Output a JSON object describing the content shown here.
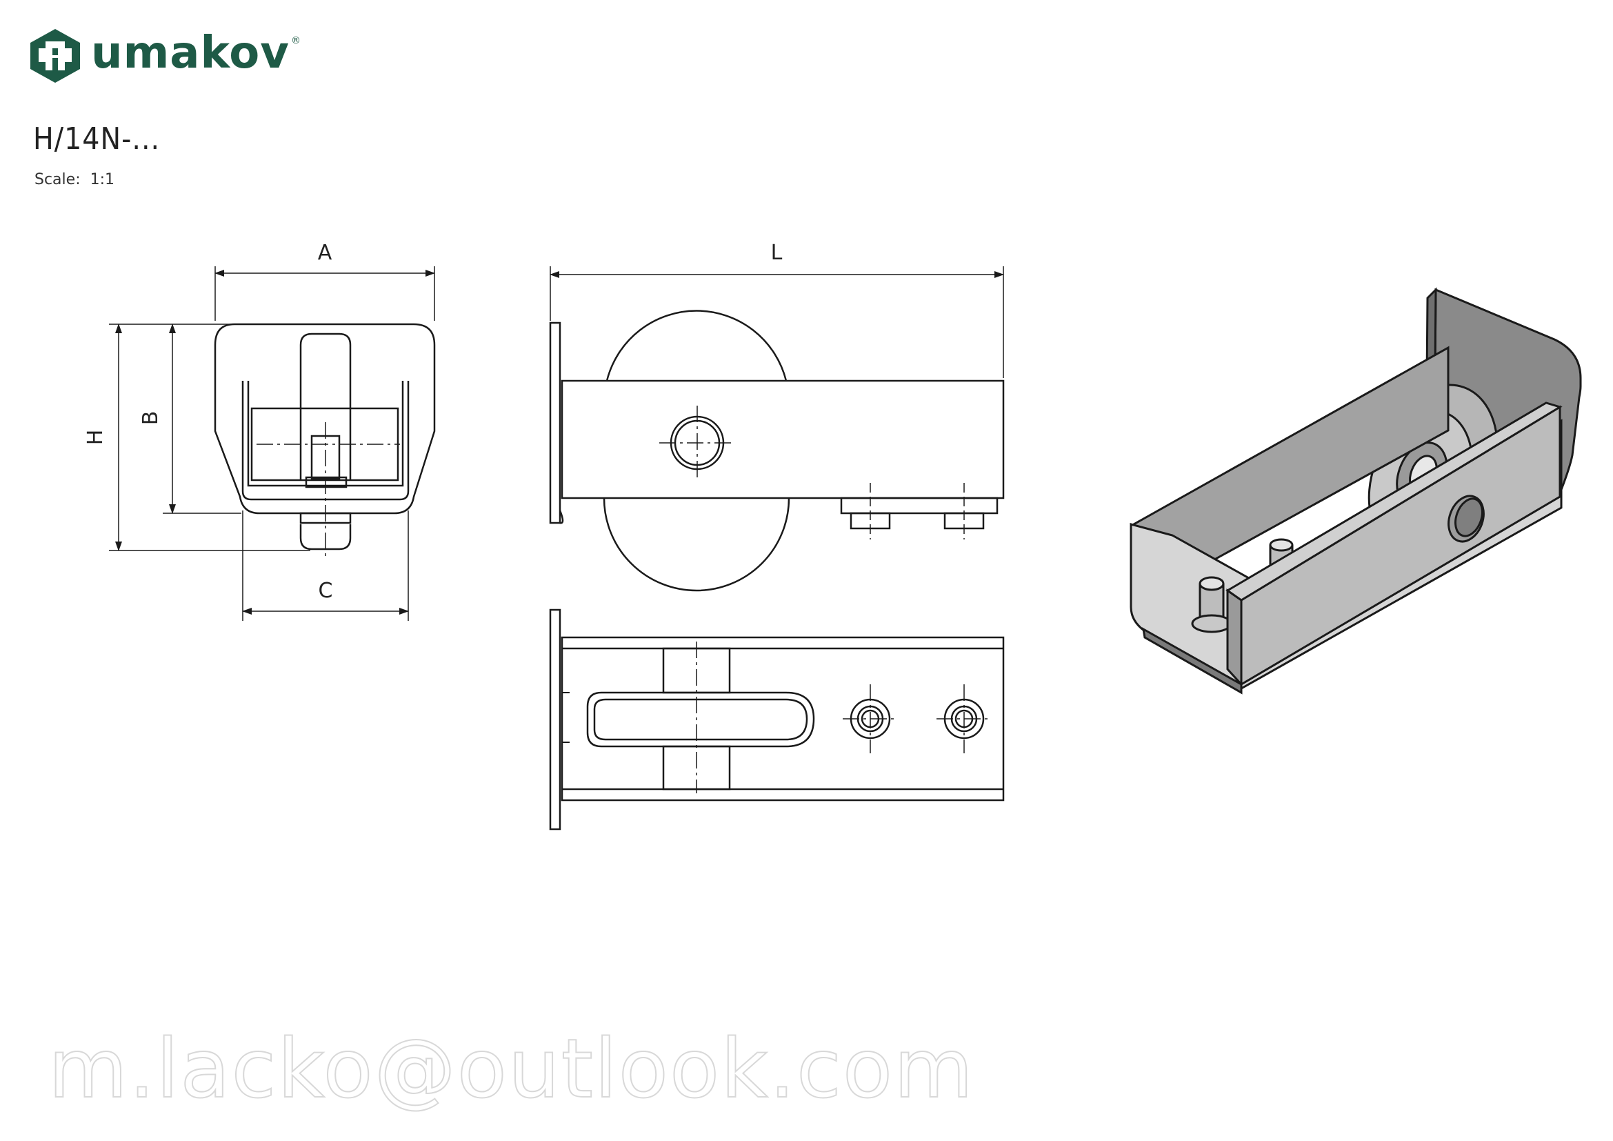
{
  "brand": {
    "name": "umakov",
    "registered": "®",
    "color": "#1e5a46"
  },
  "drawing": {
    "part_number": "H/14N-...",
    "scale_label": "Scale:",
    "scale_value": "1:1",
    "dimensions": {
      "A": "A",
      "B": "B",
      "C": "C",
      "H": "H",
      "L": "L"
    }
  },
  "watermark": "m.lacko@outlook.com"
}
